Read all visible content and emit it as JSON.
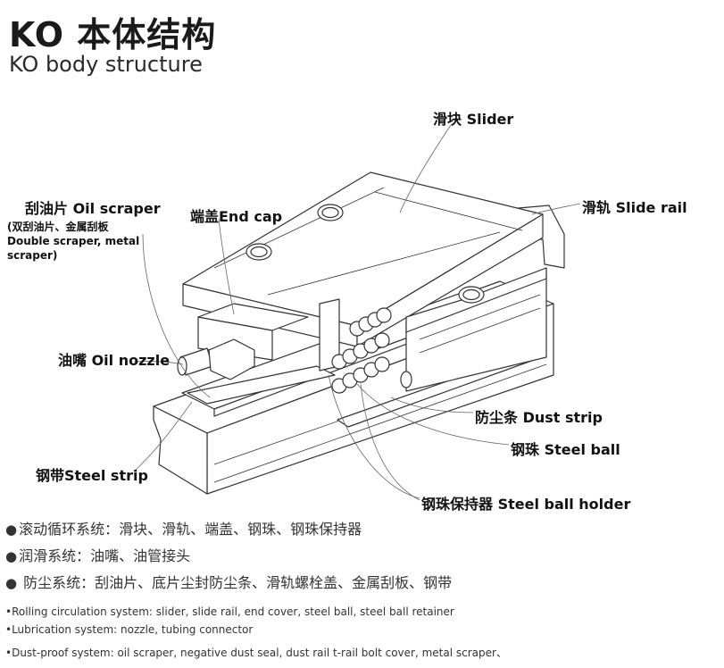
{
  "header": {
    "title_cn": "KO 本体结构",
    "title_en": "KO body structure"
  },
  "labels": {
    "slider": "滑块 Slider",
    "slide_rail": "滑轨 Slide rail",
    "end_cap": "端盖End cap",
    "oil_scraper": "刮油片 Oil scraper",
    "oil_scraper_note_1": "(双刮油片、金属刮板",
    "oil_scraper_note_2": "Double scraper, metal",
    "oil_scraper_note_3": "scraper)",
    "oil_nozzle": "油嘴 Oil nozzle",
    "dust_strip": "防尘条 Dust strip",
    "steel_ball": "钢珠 Steel ball",
    "steel_strip": "钢带Steel strip",
    "steel_ball_holder": "钢珠保持器 Steel ball holder"
  },
  "bullets_cn": [
    "滚动循环系统：滑块、滑轨、端盖、钢珠、钢珠保持器",
    "润滑系统：油嘴、油管接头",
    " 防尘系统：刮油片、底片尘封防尘条、滑轨螺栓盖、金属刮板、钢带"
  ],
  "bullets_en": [
    "Rolling circulation system: slider, slide rail, end cover, steel ball, steel ball retainer",
    "Lubrication system: nozzle, tubing connector",
    "Dust-proof system: oil scraper, negative dust seal, dust rail t-rail bolt cover, metal scraper、"
  ],
  "bullet_symbol_large": "●",
  "bullet_symbol_small": "•"
}
